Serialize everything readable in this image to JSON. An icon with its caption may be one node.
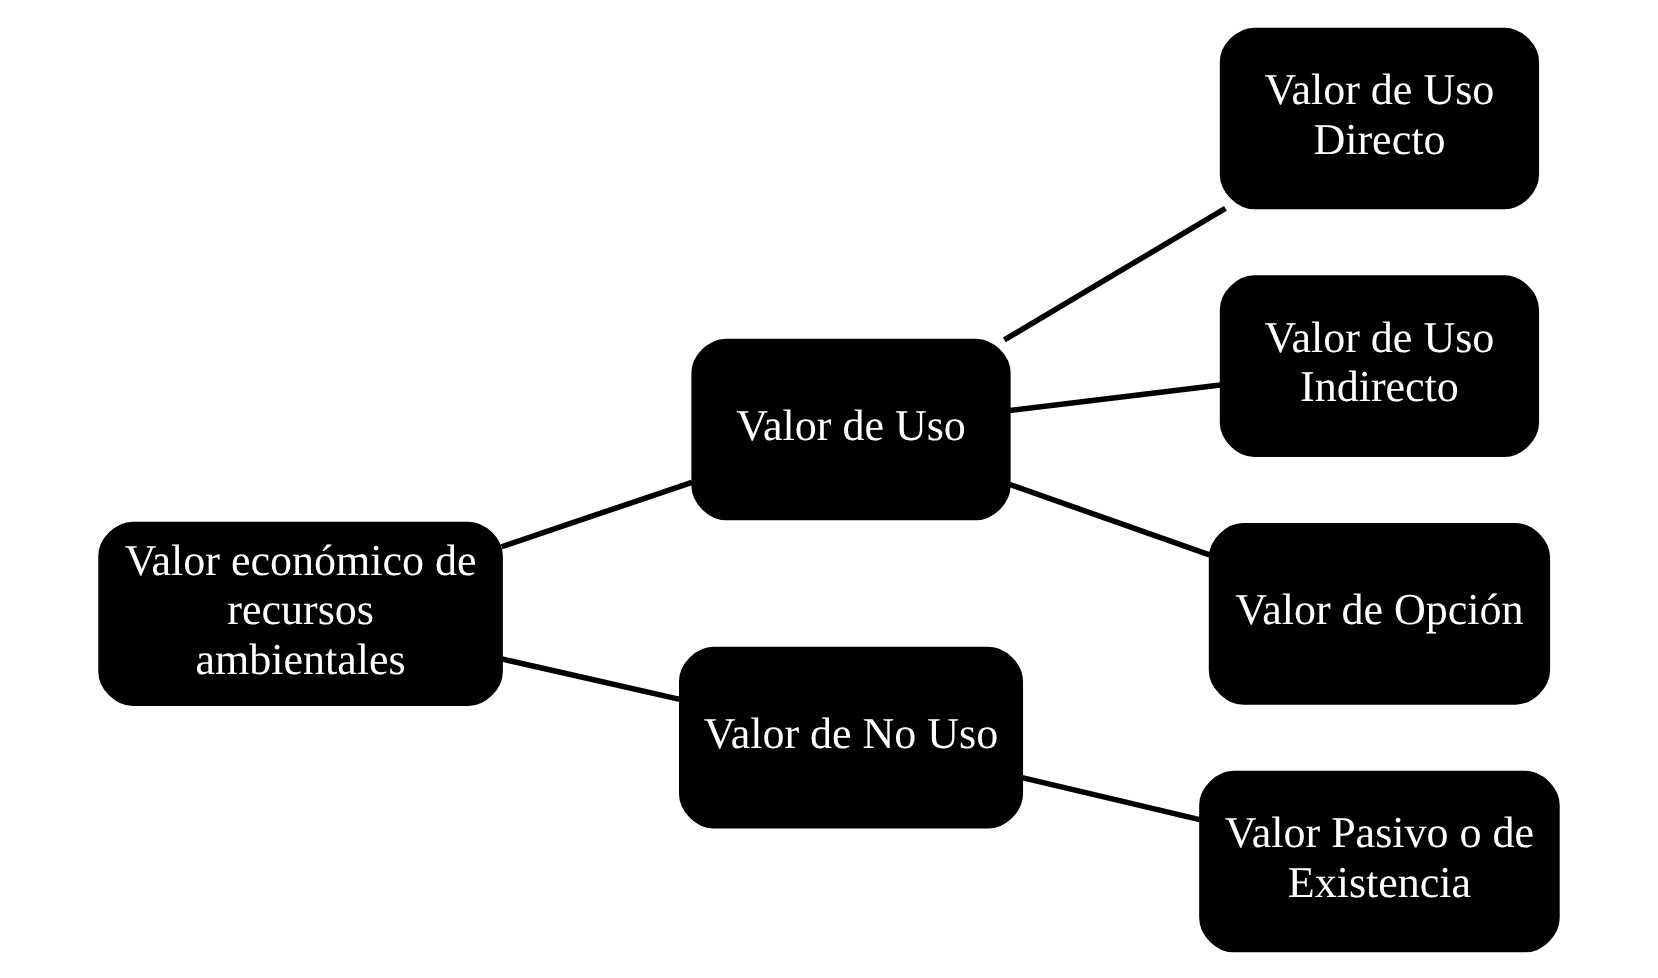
{
  "diagram": {
    "nodes": [
      {
        "text": [
          "Valor económico de recursos ambientales"
        ]
      },
      {
        "text": [
          "Valor de Uso"
        ]
      },
      {
        "text": [
          "Valor de No Uso"
        ]
      },
      {
        "text": [
          "Valor de Uso Directo"
        ]
      },
      {
        "text": [
          "Valor de Uso Indirecto"
        ]
      },
      {
        "text": [
          "Valor de Opción"
        ]
      },
      {
        "text": [
          "Valor Pasivo o de Existencia"
        ]
      }
    ],
    "edges": [
      {
        "from": 0,
        "to": 1,
        "arrow": "none"
      },
      {
        "from": 0,
        "to": 2,
        "arrow": "none"
      },
      {
        "from": 1,
        "to": 3,
        "arrow": "none"
      },
      {
        "from": 1,
        "to": 4,
        "arrow": "none"
      },
      {
        "from": 1,
        "to": 5,
        "arrow": "none"
      },
      {
        "from": 2,
        "to": 6,
        "arrow": "none"
      }
    ]
  }
}
